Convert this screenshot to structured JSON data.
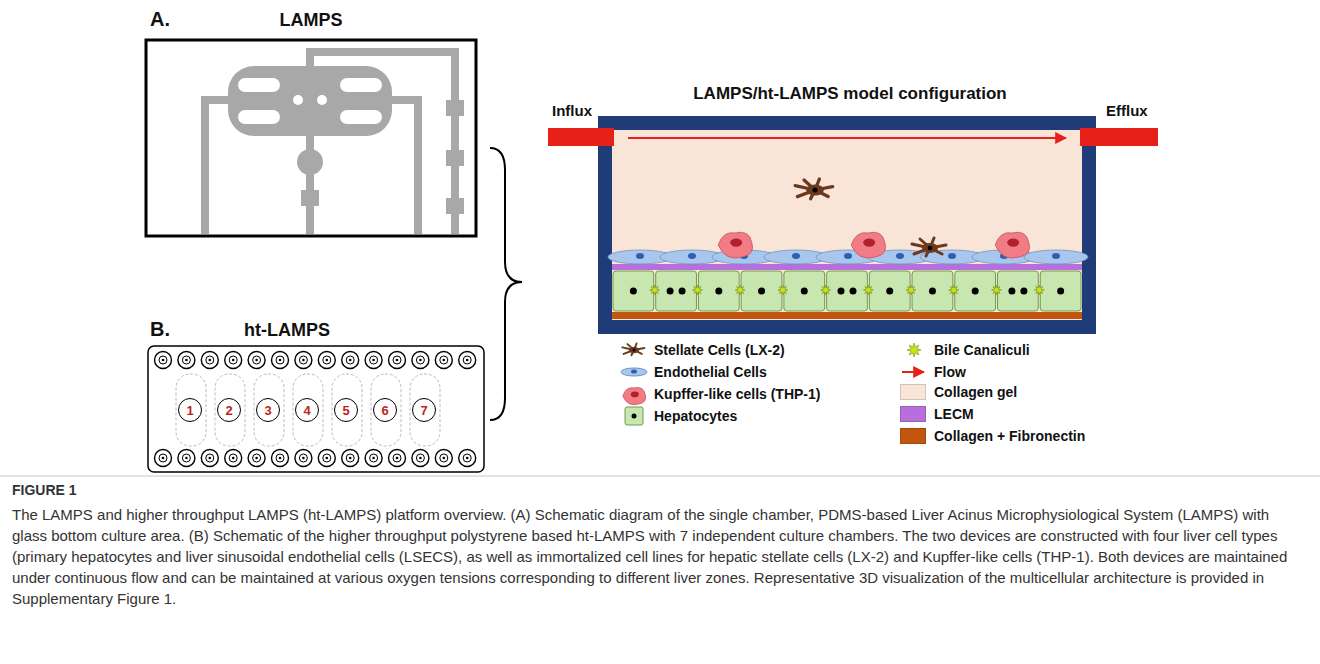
{
  "diagram": {
    "caption": "The LAMPS and higher throughput LAMPS (ht-LAMPS) platform overview. (A) Schematic diagram of the single chamber, PDMS-based Liver Acinus Microphysiological System (LAMPS) with glass bottom culture area. (B) Schematic of the higher throughput polystyrene based ht-LAMPS with 7 independent culture chambers. The two devices are constructed with four liver cell types (primary hepatocytes and liver sinusoidal endothelial cells (LSECS), as well as immortalized cell lines for hepatic stellate cells (LX-2) and Kupffer-like cells (THP-1). Both devices are maintained under continuous flow and can be maintained at various oxygen tensions corresponding to different liver zones. Representative 3D visualization of the multicellular architecture is provided in Supplementary Figure 1.",
    "nodes": [
      {
        "text": [
          "LAMPS"
        ]
      },
      {
        "text": [
          "ht-LAMPS"
        ]
      },
      {
        "text": [
          "1"
        ],
        "in": 1
      },
      {
        "text": [
          "2"
        ],
        "in": 1
      },
      {
        "text": [
          "3"
        ],
        "in": 1
      },
      {
        "text": [
          "4"
        ],
        "in": 1
      },
      {
        "text": [
          "5"
        ],
        "in": 1
      },
      {
        "text": [
          "6"
        ],
        "in": 1
      },
      {
        "text": [
          "7"
        ],
        "in": 1
      },
      {
        "text": [
          "LAMPS/ht-LAMPS model configuration"
        ]
      }
    ],
    "labels": [
      "A.",
      "B.",
      "Influx",
      "Efflux",
      "FIGURE 1"
    ],
    "legend": [
      {
        "text": "Stellate Cells (LX-2)"
      },
      {
        "text": "Endothelial Cells"
      },
      {
        "text": "Kupffer-like cells (THP-1)"
      },
      {
        "text": "Hepatocytes"
      },
      {
        "text": "Bile Canaliculi"
      },
      {
        "text": "Flow"
      },
      {
        "text": "Collagen gel",
        "color": "#f9e4d8"
      },
      {
        "text": "LECM",
        "color": "#b86fdc"
      },
      {
        "text": "Collagen + Fibronectin",
        "color": "#c2560f"
      }
    ]
  }
}
